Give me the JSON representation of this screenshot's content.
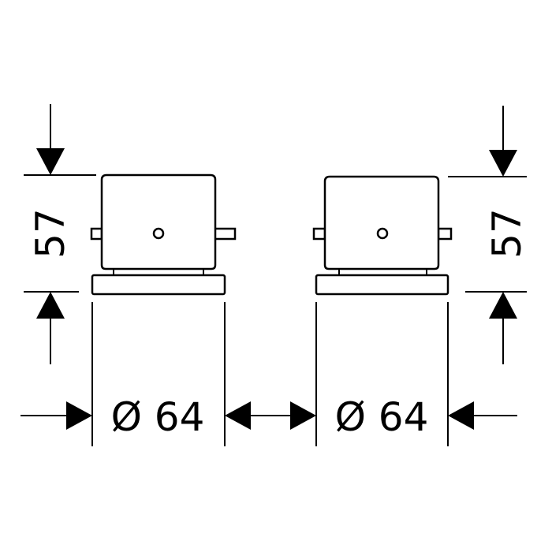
{
  "dimensions": {
    "height_left": "57",
    "height_right": "57",
    "diameter_left": "Ø 64",
    "diameter_right": "Ø 64"
  },
  "parts": [
    "left-handle-assembly",
    "right-handle-assembly"
  ]
}
